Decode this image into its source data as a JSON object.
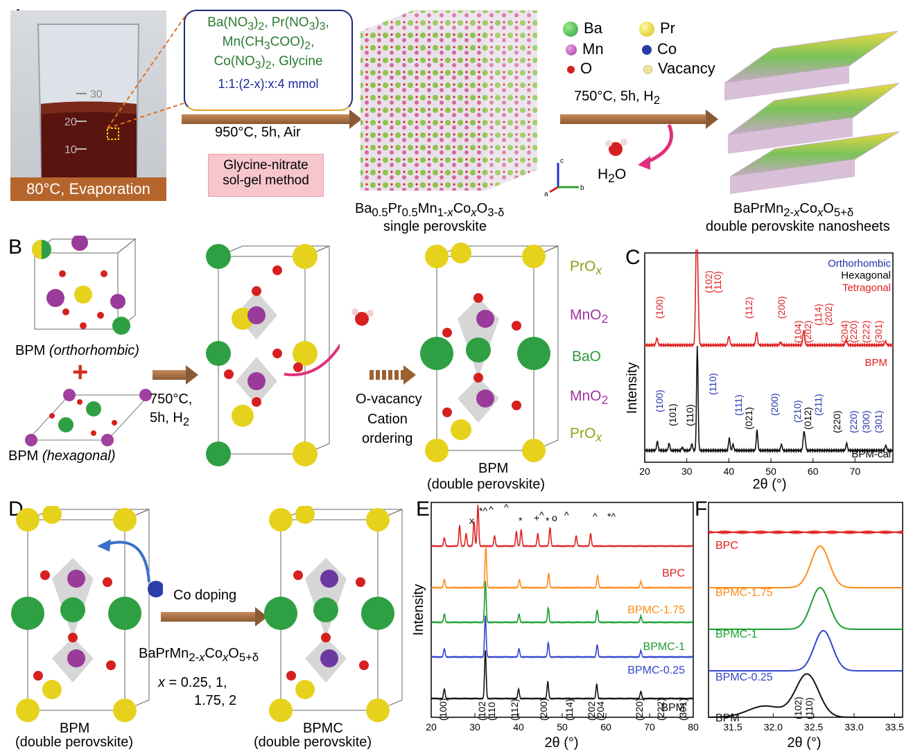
{
  "panelA": {
    "label": "A",
    "beaker_caption": "80°C, Evaporation",
    "beaker_marks": [
      "30",
      "20",
      "10"
    ],
    "reagents": [
      "Ba(NO3)2, Pr(NO3)3,",
      "Mn(CH3COO)2,",
      "Co(NO3)2, Glycine"
    ],
    "ratio": "1:1:(2-x):x:4 mmol",
    "step1_condition": "950°C, 5h, Air",
    "method": [
      "Glycine-nitrate",
      "sol-gel method"
    ],
    "single_formula": "Ba0.5Pr0.5Mn1-xCoxO3-δ",
    "single_name": "single perovskite",
    "axes": {
      "a": "a",
      "b": "b",
      "c": "c"
    },
    "legend": [
      {
        "name": "Ba",
        "color": "#2ea043"
      },
      {
        "name": "Pr",
        "color": "#e6d21c"
      },
      {
        "name": "Mn",
        "color": "#b04fb0"
      },
      {
        "name": "Co",
        "color": "#2b3da8"
      },
      {
        "name": "O",
        "color": "#d62020"
      },
      {
        "name": "Vacancy",
        "color": "#f1eaa0"
      }
    ],
    "step2_condition": "750°C, 5h, H2",
    "water": "H2O",
    "double_formula": "BaPrMn2-xCoxO5+δ",
    "double_name": "double perovskite nanosheets"
  },
  "panelB": {
    "label": "B",
    "ortho": "BPM (orthorhombic)",
    "hexa": "BPM (hexagonal)",
    "condition": [
      "750°C,",
      "5h,  H2"
    ],
    "ordering": [
      "O-vacancy",
      "Cation",
      "ordering"
    ],
    "layers": [
      {
        "name": "PrOx",
        "color": "#8aa21a"
      },
      {
        "name": "MnO2",
        "color": "#a0329a"
      },
      {
        "name": "BaO",
        "color": "#2e9a3a"
      },
      {
        "name": "MnO2",
        "color": "#a0329a"
      },
      {
        "name": "PrOx",
        "color": "#8aa21a"
      }
    ],
    "product": [
      "BPM",
      "(double perovskite)"
    ]
  },
  "panelC": {
    "label": "C",
    "legend": [
      {
        "name": "Orthorhombic",
        "color": "#2233aa"
      },
      {
        "name": "Hexagonal",
        "color": "#000000"
      },
      {
        "name": "Tetragonal",
        "color": "#e02020"
      }
    ],
    "top_labels": [
      "(100)",
      "(102)",
      "(110)",
      "(112)",
      "(200)",
      "(104)",
      "(202)",
      "(114)",
      "(202)",
      "(204)",
      "(220)",
      "(222)",
      "(301)"
    ],
    "bottom_labels_ortho": [
      "(100)",
      "(110)",
      "(111)",
      "(200)",
      "(210)",
      "(211)",
      "(220)",
      "(300)",
      "(301)"
    ],
    "bottom_labels_hex": [
      "(101)",
      "(110)",
      "(021)",
      "(012)",
      "(220)"
    ],
    "series_top": "BPM",
    "series_bottom": "BPM-cal",
    "ylabel": "Intensity",
    "xlabel": "2θ (°)",
    "xticks": [
      "20",
      "30",
      "40",
      "50",
      "60",
      "70"
    ]
  },
  "panelD": {
    "label": "D",
    "left": [
      "BPM",
      "(double perovskite)"
    ],
    "right": [
      "BPMC",
      "(double perovskite)"
    ],
    "action": "Co doping",
    "formula": "BaPrMn2-xCoxO5+δ",
    "x_values": [
      "x = 0.25, 1,",
      "1.75, 2"
    ]
  },
  "chart_data": [
    {
      "type": "line",
      "panel": "E",
      "xlabel": "2θ (°)",
      "ylabel": "Intensity",
      "xlim": [
        20,
        80
      ],
      "xticks": [
        20,
        30,
        40,
        50,
        60,
        70,
        80
      ],
      "series": [
        {
          "name": "BPC",
          "color": "#e02020",
          "peaks": [
            [
              23,
              0.2
            ],
            [
              26.5,
              0.5
            ],
            [
              28,
              0.3
            ],
            [
              29.8,
              0.6
            ],
            [
              30.7,
              1.0
            ],
            [
              34.5,
              0.25
            ],
            [
              39.5,
              0.35
            ],
            [
              40.6,
              0.4
            ],
            [
              44.4,
              0.3
            ],
            [
              47.2,
              0.45
            ],
            [
              53.2,
              0.25
            ],
            [
              56.5,
              0.3
            ]
          ]
        },
        {
          "name": "BPMC-1.75",
          "color": "#ff8c1a",
          "peaks": [
            [
              23,
              0.2
            ],
            [
              32.5,
              1.0
            ],
            [
              40.2,
              0.2
            ],
            [
              46.9,
              0.35
            ],
            [
              58.1,
              0.3
            ],
            [
              68,
              0.15
            ]
          ]
        },
        {
          "name": "BPMC-1",
          "color": "#1a9e2e",
          "peaks": [
            [
              23,
              0.2
            ],
            [
              32.4,
              1.0
            ],
            [
              40.1,
              0.2
            ],
            [
              46.8,
              0.35
            ],
            [
              58,
              0.3
            ],
            [
              68,
              0.15
            ]
          ]
        },
        {
          "name": "BPMC-0.25",
          "color": "#3344cc",
          "peaks": [
            [
              23,
              0.2
            ],
            [
              32.4,
              1.0
            ],
            [
              40.1,
              0.2
            ],
            [
              46.8,
              0.35
            ],
            [
              58,
              0.3
            ],
            [
              68,
              0.15
            ]
          ]
        },
        {
          "name": "BPM",
          "color": "#111111",
          "peaks": [
            [
              23,
              0.2
            ],
            [
              32.4,
              1.0
            ],
            [
              40,
              0.2
            ],
            [
              46.7,
              0.35
            ],
            [
              57.9,
              0.3
            ],
            [
              68,
              0.15
            ]
          ]
        }
      ],
      "peak_marks": [
        "x",
        "*^",
        "^",
        "^",
        "*",
        "+",
        "^",
        "*",
        "o",
        "^",
        "^",
        "*^"
      ],
      "hkl_labels": [
        "(100)",
        "(102",
        "(110",
        "(112)",
        "(200)",
        "(114)",
        "(202",
        "(204",
        "(220)",
        "(222)",
        "(301)"
      ]
    },
    {
      "type": "line",
      "panel": "F",
      "xlabel": "2θ (°)",
      "xlim": [
        31.2,
        33.6
      ],
      "xticks": [
        31.5,
        32.0,
        32.5,
        33.0,
        33.5
      ],
      "series": [
        {
          "name": "BPC",
          "color": "#e02020",
          "center": null,
          "amp": 0
        },
        {
          "name": "BPMC-1.75",
          "color": "#ff8c1a",
          "center": 32.58,
          "amp": 1
        },
        {
          "name": "BPMC-1",
          "color": "#1a9e2e",
          "center": 32.58,
          "amp": 1
        },
        {
          "name": "BPMC-0.25",
          "color": "#3344cc",
          "center": 32.62,
          "amp": 1
        },
        {
          "name": "BPM",
          "color": "#111111",
          "center": 32.42,
          "amp": 1
        }
      ],
      "hkl_labels": [
        "(102)",
        "(110)"
      ]
    }
  ]
}
